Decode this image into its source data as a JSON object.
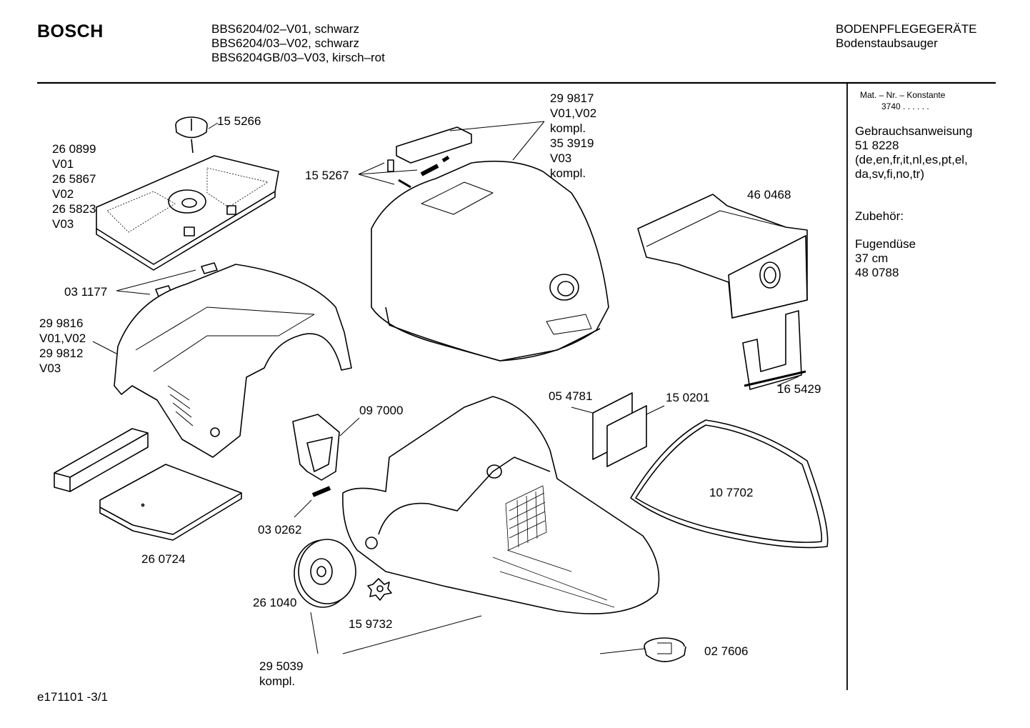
{
  "header": {
    "brand": "BOSCH",
    "models": [
      "BBS6204/02–V01, schwarz",
      "BBS6204/03–V02, schwarz",
      "BBS6204GB/03–V03, kirsch–rot"
    ],
    "category": "BODENPFLEGEGERÄTE",
    "subcategory": "Bodenstaubsauger"
  },
  "sidebar": {
    "mat_label": "Mat. – Nr. – Konstante",
    "mat_value": "3740 . .  . . . .",
    "manual_lines": [
      "Gebrauchsanweisung",
      "51 8228",
      "(de,en,fr,it,nl,es,pt,el,",
      "da,sv,fi,no,tr)"
    ],
    "accessories_label": "Zubehör:",
    "accessory_lines": [
      "Fugendüse",
      "37 cm",
      "48 0788"
    ]
  },
  "parts": {
    "p155266": "15 5266",
    "lid_lines": [
      "26 0899",
      "V01",
      "26 5867",
      "V02",
      "26 5823",
      "V03"
    ],
    "p155267": "15 5267",
    "top_lines": [
      "29 9817",
      "V01,V02",
      "kompl.",
      "35 3919",
      "V03",
      "kompl."
    ],
    "p460468": "46 0468",
    "p031177": "03 1177",
    "housing_lines": [
      "29 9816",
      "V01,V02",
      "29 9812",
      "V03"
    ],
    "p097000": "09 7000",
    "p054781": "05 4781",
    "p150201": "15 0201",
    "p165429": "16 5429",
    "p107702": "10 7702",
    "p030262": "03 0262",
    "p260724": "26 0724",
    "p261040": "26 1040",
    "p159732": "15 9732",
    "p027606": "02 7606",
    "base_lines": [
      "29 5039",
      "kompl."
    ]
  },
  "footer": {
    "doc_id": "e171101 -3/1"
  }
}
